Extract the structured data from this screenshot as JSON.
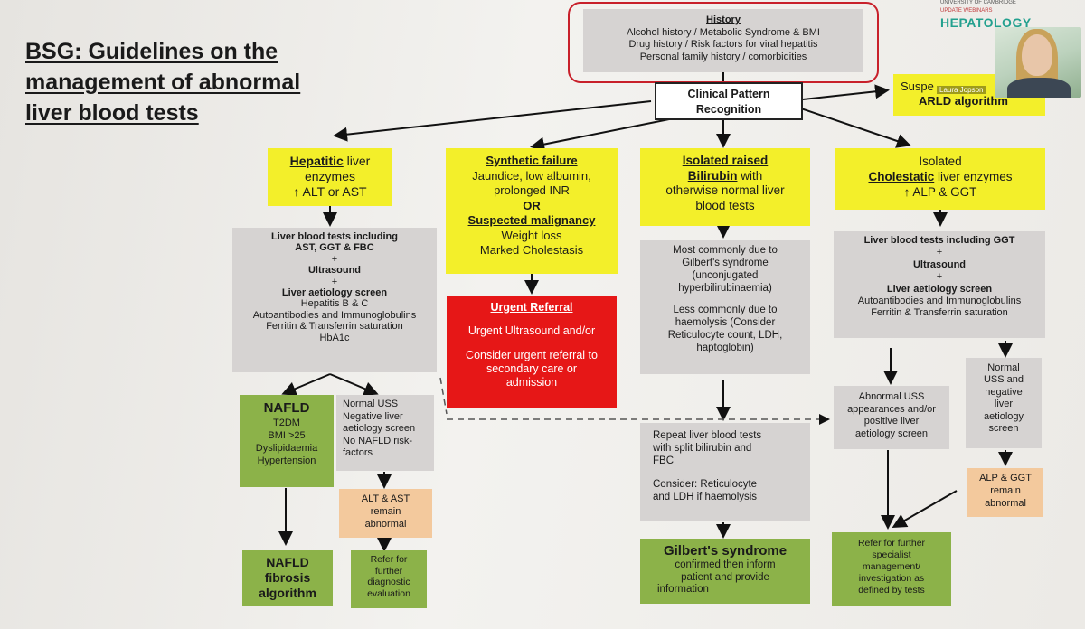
{
  "title": {
    "lines": [
      "BSG: Guidelines on the",
      "management of abnormal",
      "liver blood tests"
    ]
  },
  "branding": {
    "small_text": "UNIVERSITY OF CAMBRIDGE",
    "event": "UPDATE WEBINARS",
    "name": "HEPATOLOGY"
  },
  "video": {
    "name": "Laura Jopson"
  },
  "history": {
    "heading": "History",
    "lines": [
      "Alcohol history / Metabolic Syndrome & BMI",
      "Drug history / Risk factors for viral hepatitis",
      "Personal family history / comorbidities"
    ]
  },
  "clinical": {
    "lines": [
      "Clinical Pattern",
      "Recognition"
    ]
  },
  "arld": {
    "prefix": "Suspe",
    "label": "ARLD algorithm"
  },
  "hepatitic": {
    "title": "Hepatitic",
    "rest": " liver",
    "lines": [
      "enzymes",
      "↑ ALT or AST"
    ]
  },
  "synthetic": {
    "title": "Synthetic failure",
    "lines": [
      "Jaundice, low albumin,",
      "prolonged INR"
    ],
    "or": "OR",
    "title2": "Suspected malignancy",
    "lines2": [
      "Weight loss",
      "Marked Cholestasis"
    ]
  },
  "bilirubin": {
    "title_l1": "Isolated raised",
    "title_l2": "Bilirubin",
    "rest_l2": " with",
    "lines": [
      "otherwise normal liver",
      "blood tests"
    ]
  },
  "cholestatic": {
    "l1": "Isolated",
    "title": "Cholestatic",
    "rest": " liver enzymes",
    "l3": "↑ ALP & GGT"
  },
  "lft_left": {
    "bold1": [
      "Liver blood tests including",
      "AST, GGT & FBC"
    ],
    "plus1": "+",
    "bold2": "Ultrasound",
    "plus2": "+",
    "bold3": "Liver aetiology screen",
    "lines": [
      "Hepatitis B & C",
      "Autoantibodies and Immunoglobulins",
      "Ferritin & Transferrin saturation",
      "HbA1c"
    ]
  },
  "urgent": {
    "title": "Urgent Referral",
    "line1": "Urgent Ultrasound and/or",
    "line2": [
      "Consider urgent referral to",
      "secondary care   or",
      "admission"
    ]
  },
  "gilbert_info": {
    "lines1": [
      "Most commonly due to",
      "Gilbert's syndrome",
      "(unconjugated",
      "hyperbilirubinaemia)"
    ],
    "lines2": [
      "Less commonly due to",
      "haemolysis (Consider",
      "Reticulocyte count, LDH,",
      "haptoglobin)"
    ]
  },
  "lft_right": {
    "bold1": "Liver blood tests including GGT",
    "plus1": "+",
    "bold2": "Ultrasound",
    "plus2": "+",
    "bold3": "Liver aetiology screen",
    "lines": [
      "Autoantibodies and Immunoglobulins",
      "Ferritin & Transferrin saturation"
    ]
  },
  "nafld": {
    "title": "NAFLD",
    "lines": [
      "T2DM",
      "BMI >25",
      "Dyslipidaemia",
      "Hypertension"
    ]
  },
  "normal_uss": {
    "lines": [
      "Normal USS",
      "Negative liver",
      "aetiology screen",
      "No NAFLD risk-",
      "factors"
    ]
  },
  "alt_ast": {
    "lines": [
      "ALT & AST",
      "remain",
      "abnormal"
    ]
  },
  "abnormal_uss": {
    "lines": [
      "Abnormal USS",
      "appearances and/or",
      "positive liver",
      "aetiology screen"
    ]
  },
  "normal_uss_right": {
    "lines": [
      "Normal",
      "USS and",
      "negative",
      "liver",
      "aetiology",
      "screen"
    ]
  },
  "alp_ggt": {
    "lines": [
      "ALP & GGT",
      "remain",
      "abnormal"
    ]
  },
  "repeat": {
    "lines1": [
      "Repeat liver blood tests",
      "with split bilirubin and",
      "FBC"
    ],
    "lines2": [
      "Consider:  Reticulocyte",
      "and LDH if haemolysis"
    ]
  },
  "nafld_fib": {
    "lines": [
      "NAFLD",
      "fibrosis",
      "algorithm"
    ]
  },
  "refer_diag": {
    "lines": [
      "Refer for",
      "further",
      "diagnostic",
      "evaluation"
    ]
  },
  "gilbert": {
    "title": "Gilbert's syndrome",
    "lines": [
      "confirmed then  inform",
      "patient    and    provide",
      "information"
    ]
  },
  "refer_spec": {
    "lines": [
      "Refer for further",
      "specialist",
      "management/",
      "investigation as",
      "defined by tests"
    ]
  },
  "colors": {
    "yellow": "#f3ef2a",
    "gray": "#d6d3d2",
    "red": "#e61717",
    "green": "#8cb249",
    "peach": "#f3c99d",
    "history_border": "#c8202a"
  }
}
